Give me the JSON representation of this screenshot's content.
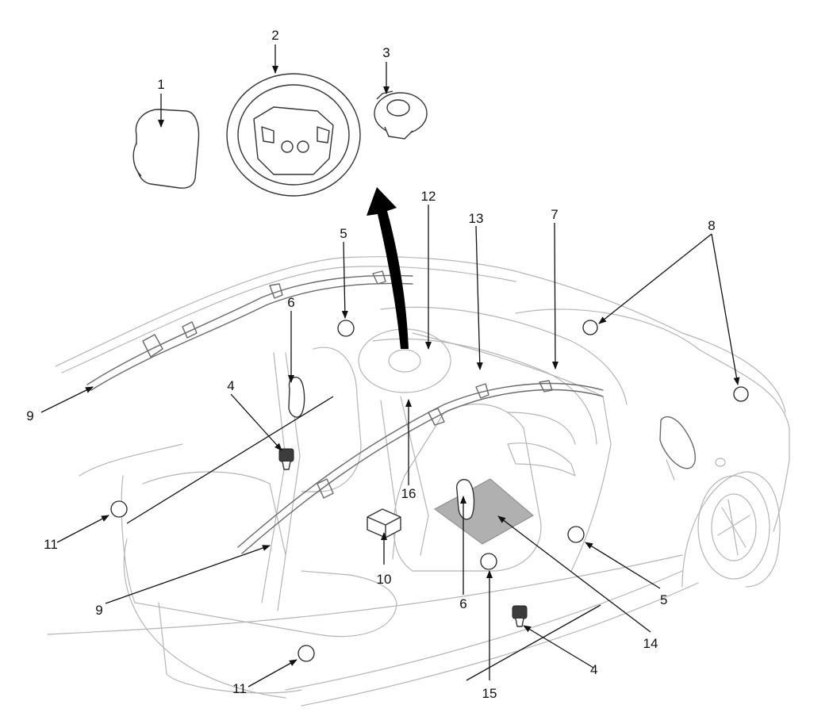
{
  "diagram": {
    "callouts": [
      {
        "id": "c1",
        "label": "1"
      },
      {
        "id": "c2",
        "label": "2"
      },
      {
        "id": "c3",
        "label": "3"
      },
      {
        "id": "c4a",
        "label": "4"
      },
      {
        "id": "c4b",
        "label": "4"
      },
      {
        "id": "c5a",
        "label": "5"
      },
      {
        "id": "c5b",
        "label": "5"
      },
      {
        "id": "c6a",
        "label": "6"
      },
      {
        "id": "c6b",
        "label": "6"
      },
      {
        "id": "c7",
        "label": "7"
      },
      {
        "id": "c8",
        "label": "8"
      },
      {
        "id": "c9a",
        "label": "9"
      },
      {
        "id": "c9b",
        "label": "9"
      },
      {
        "id": "c10",
        "label": "10"
      },
      {
        "id": "c11a",
        "label": "11"
      },
      {
        "id": "c11b",
        "label": "11"
      },
      {
        "id": "c12",
        "label": "12"
      },
      {
        "id": "c13",
        "label": "13"
      },
      {
        "id": "c14",
        "label": "14"
      },
      {
        "id": "c15",
        "label": "15"
      },
      {
        "id": "c16",
        "label": "16"
      }
    ]
  }
}
